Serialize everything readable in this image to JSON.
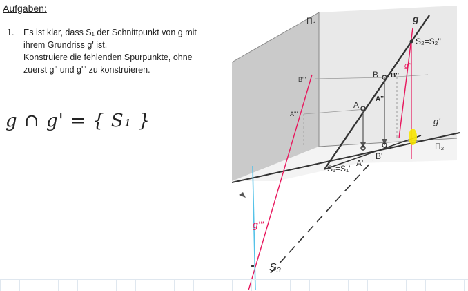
{
  "heading": "Aufgaben:",
  "task": {
    "number": "1.",
    "line1": "Es ist klar, dass S₁ der Schnittpunkt von g mit",
    "line2": "ihrem Grundriss g' ist.",
    "line3": "Konstruiere die fehlenden Spurpunkte, ohne",
    "line4": "zuerst g'' und g''' zu konstruieren."
  },
  "handwritten_note": "g ∩ g' = { S₁ }",
  "figure": {
    "labels": {
      "pi3": "Π₃",
      "pi2": "Π₂",
      "g": "g",
      "g_prime": "g'",
      "g_double": "g''",
      "g_triple": "g'''",
      "s2": "S₂=S₂''",
      "s1": "S₁=S₁'",
      "s3": "S₃",
      "a": "A",
      "a_prime": "A'",
      "a_double": "A''",
      "a_triple": "A'''",
      "b": "B",
      "b_prime": "B'",
      "b_double": "B''",
      "b_triple": "B'''"
    },
    "colors": {
      "wall": "#c9c9c9",
      "construction_red": "#e8175d",
      "axis_blue": "#55c2e8",
      "highlight": "#f7e500",
      "ink": "#333333"
    }
  }
}
